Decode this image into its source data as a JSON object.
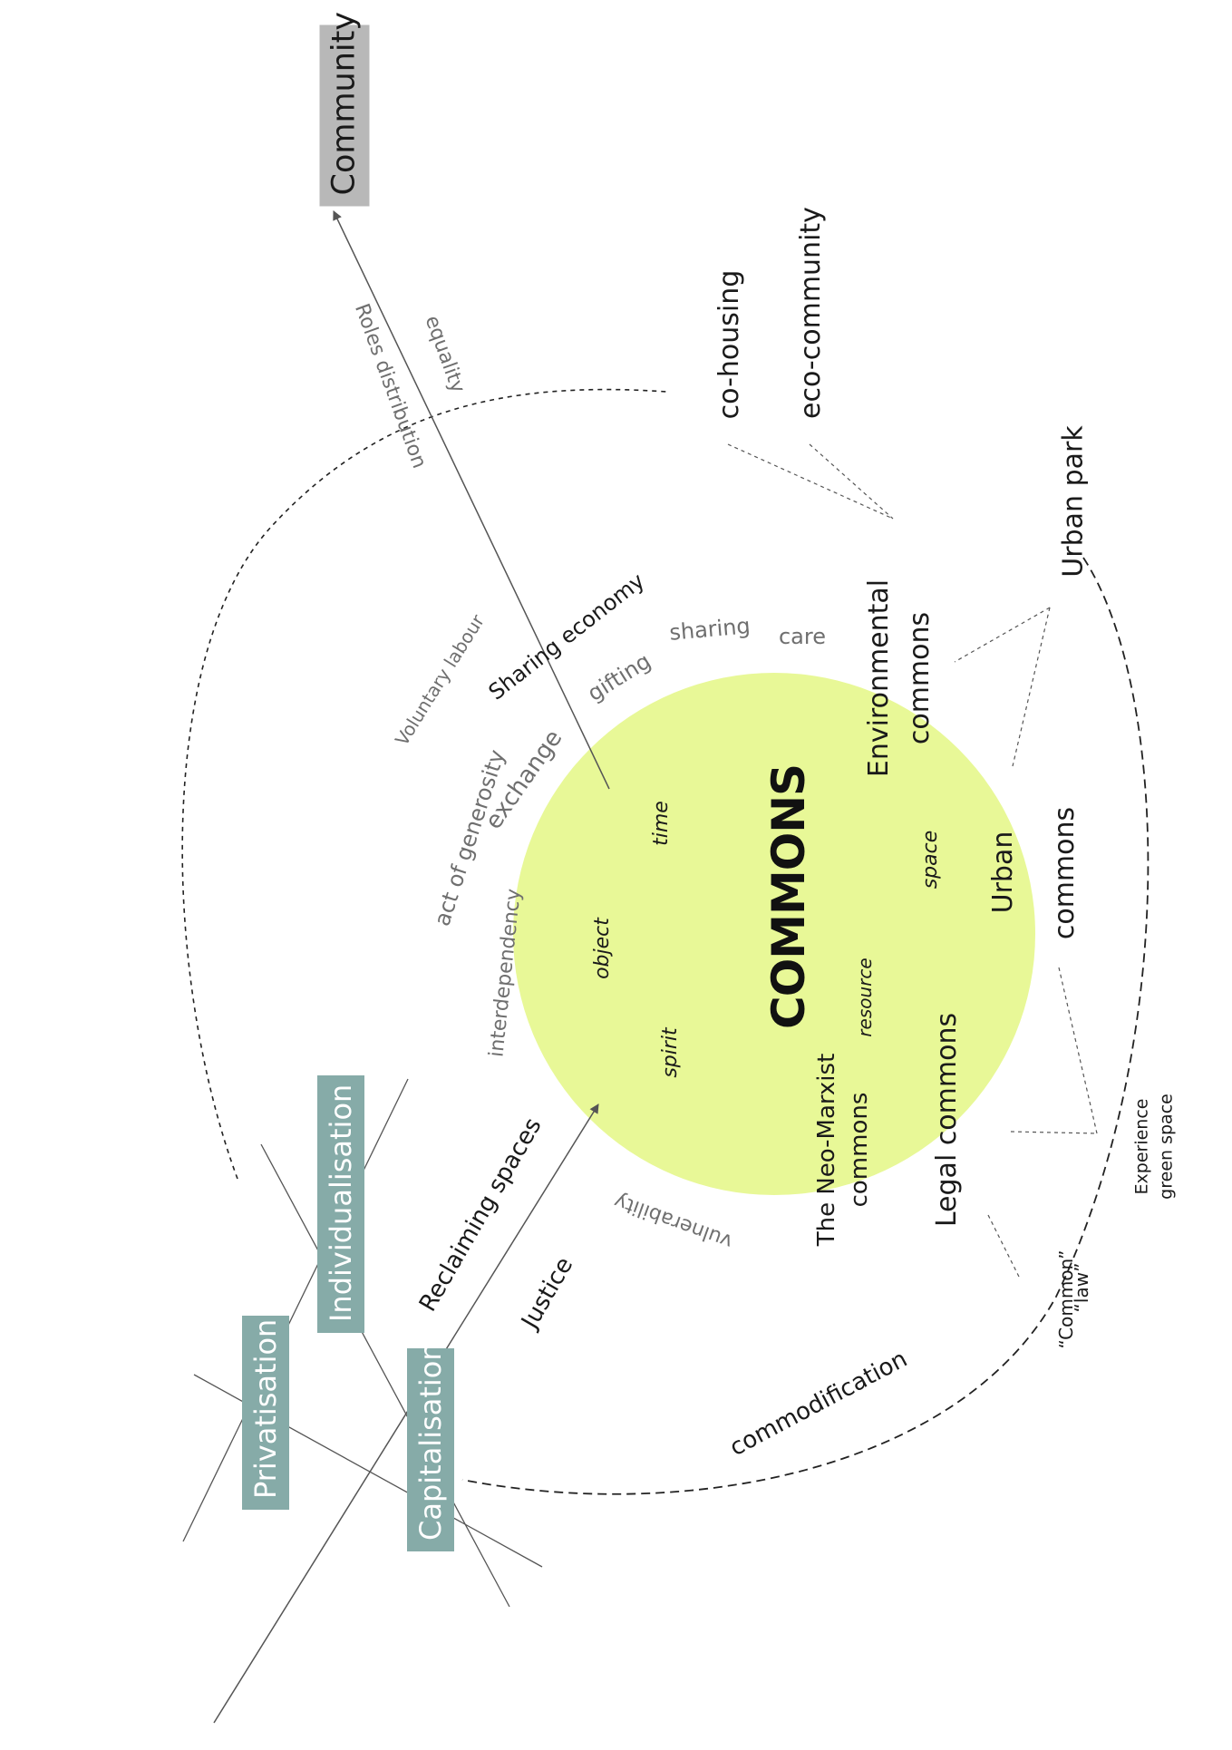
{
  "colors": {
    "commons_circle": "#e8f897",
    "box_teal": "#86aba8",
    "box_grey": "#b8b8b8",
    "line": "#555555"
  },
  "boxes": {
    "community": "Community",
    "individualisation": "Individualisation",
    "privatisation": "Privatisation",
    "capitalisation": "Capitalisation"
  },
  "center": {
    "title": "COMMONS",
    "time": "time",
    "object": "object",
    "spirit": "spirit",
    "space": "space",
    "resource": "resource"
  },
  "commons_types": {
    "environmental_1": "Environmental",
    "environmental_2": "commons",
    "urban_1": "Urban",
    "urban_2": "commons",
    "legal": "Legal commons",
    "neomarxist_1": "The Neo-Marxist",
    "neomarxist_2": "commons"
  },
  "examples": {
    "cohousing": "co-housing",
    "ecocommunity": "eco-community",
    "urban_park": "Urban park",
    "experience_1": "Experience",
    "experience_2": "green space",
    "common_law_1": "“Common”",
    "common_law_2": "“law”"
  },
  "practices": {
    "roles_distribution": "Roles distribution",
    "equality": "equality",
    "voluntary_labour": "Voluntary labour",
    "sharing_economy": "Sharing economy",
    "sharing": "sharing",
    "care": "care",
    "gifting": "gifting",
    "exchange": "exchange",
    "act_of_generosity": "act of generosity",
    "interdependency": "interdependency",
    "vulnerability": "vulnerability",
    "reclaiming_spaces": "Reclaiming spaces",
    "justice": "Justice",
    "commodification": "commodification"
  }
}
